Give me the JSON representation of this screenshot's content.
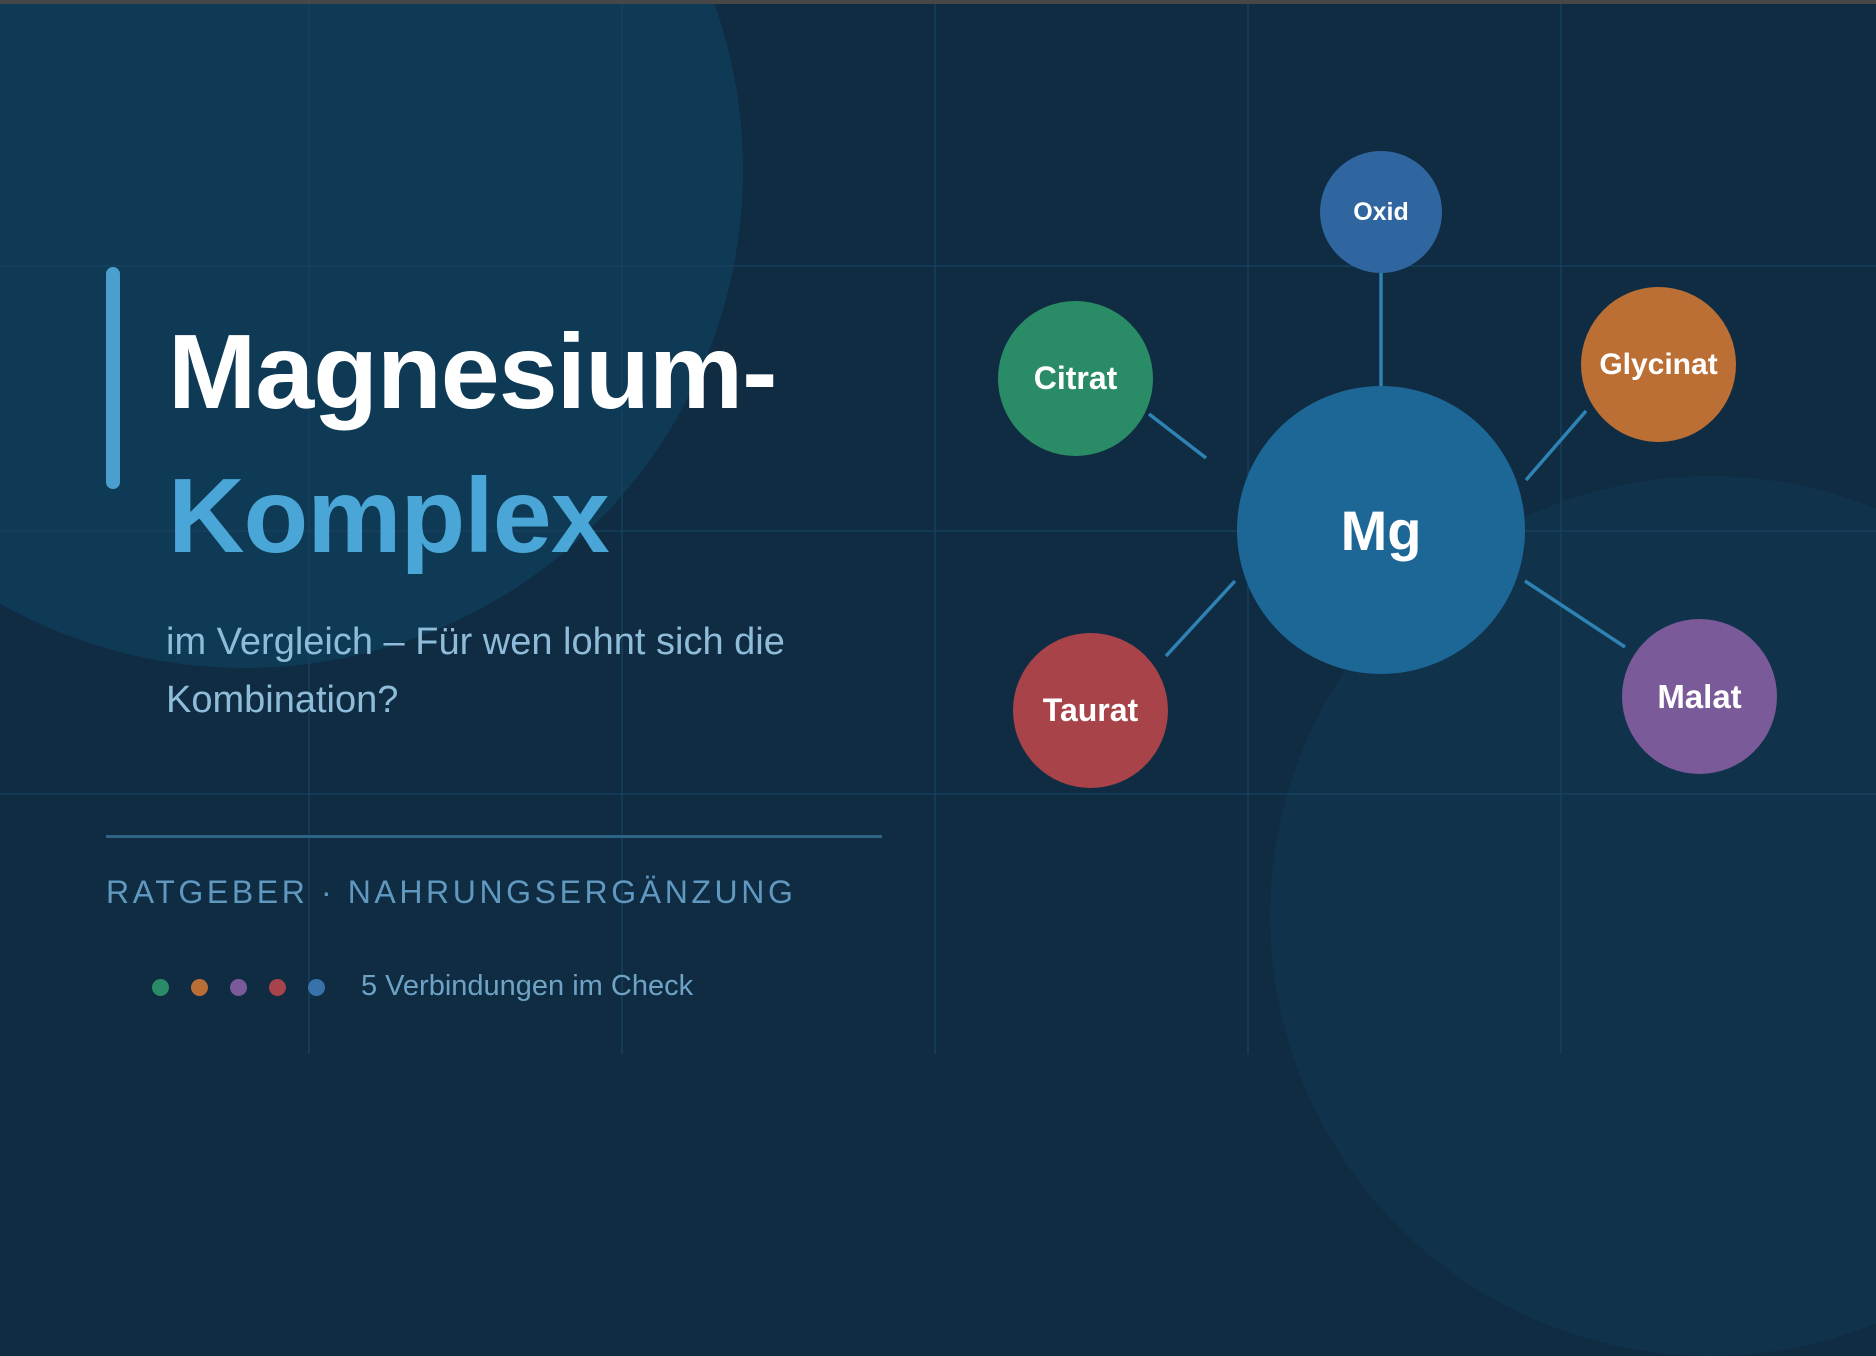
{
  "slide": {
    "title_line1": "Magnesium-",
    "title_line2": "Komplex",
    "subtitle": "im Vergleich – Für wen lohnt sich die Kombination?",
    "category": "RATGEBER · NAHRUNGSERGÄNZUNG",
    "count_text": "5 Verbindungen im Check"
  },
  "colors": {
    "background": "#0f2c43",
    "accent": "#4aa6d6",
    "center_node": "#1c6796",
    "connector": "#2f82b4",
    "citrat": "#2a8c66",
    "glycinat": "#bb6f35",
    "malat": "#7a5a98",
    "taurat": "#a8434a",
    "oxid": "#2f66a0"
  },
  "legend_dots": [
    {
      "name": "citrat",
      "color": "#2a8c66"
    },
    {
      "name": "glycinat",
      "color": "#b96e35"
    },
    {
      "name": "malat",
      "color": "#7a5a98"
    },
    {
      "name": "taurat",
      "color": "#a6434b"
    },
    {
      "name": "oxid",
      "color": "#3872aa"
    }
  ],
  "diagram": {
    "center": {
      "label": "Mg"
    },
    "nodes": [
      {
        "label": "Oxid"
      },
      {
        "label": "Citrat"
      },
      {
        "label": "Glycinat"
      },
      {
        "label": "Taurat"
      },
      {
        "label": "Malat"
      }
    ]
  }
}
